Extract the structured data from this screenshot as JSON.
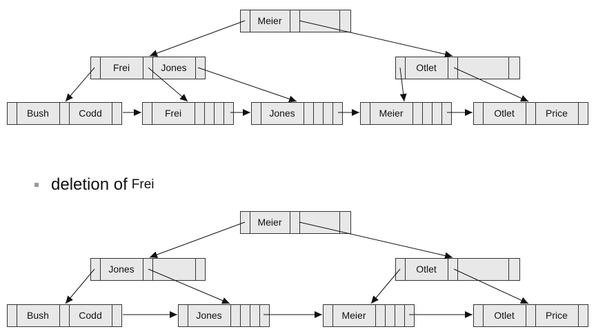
{
  "tree_before": {
    "nodes": [
      {
        "id": "b-root",
        "keys": [
          "Meier"
        ]
      },
      {
        "id": "b-inner-1",
        "keys": [
          "Frei",
          "Jones"
        ]
      },
      {
        "id": "b-inner-2",
        "keys": [
          "Otlet"
        ]
      },
      {
        "id": "b-leaf-1",
        "keys": [
          "Bush",
          "Codd"
        ]
      },
      {
        "id": "b-leaf-2",
        "keys": [
          "Frei"
        ]
      },
      {
        "id": "b-leaf-3",
        "keys": [
          "Jones"
        ]
      },
      {
        "id": "b-leaf-4",
        "keys": [
          "Meier"
        ]
      },
      {
        "id": "b-leaf-5",
        "keys": [
          "Otlet",
          "Price"
        ]
      }
    ]
  },
  "caption": {
    "text": "deletion of",
    "key": "Frei"
  },
  "tree_after": {
    "nodes": [
      {
        "id": "a-root",
        "keys": [
          "Meier"
        ]
      },
      {
        "id": "a-inner-1",
        "keys": [
          "Jones"
        ]
      },
      {
        "id": "a-inner-2",
        "keys": [
          "Otlet"
        ]
      },
      {
        "id": "a-leaf-1",
        "keys": [
          "Bush",
          "Codd"
        ]
      },
      {
        "id": "a-leaf-2",
        "keys": [
          "Jones"
        ]
      },
      {
        "id": "a-leaf-3",
        "keys": [
          "Meier"
        ]
      },
      {
        "id": "a-leaf-4",
        "keys": [
          "Otlet",
          "Price"
        ]
      }
    ]
  }
}
